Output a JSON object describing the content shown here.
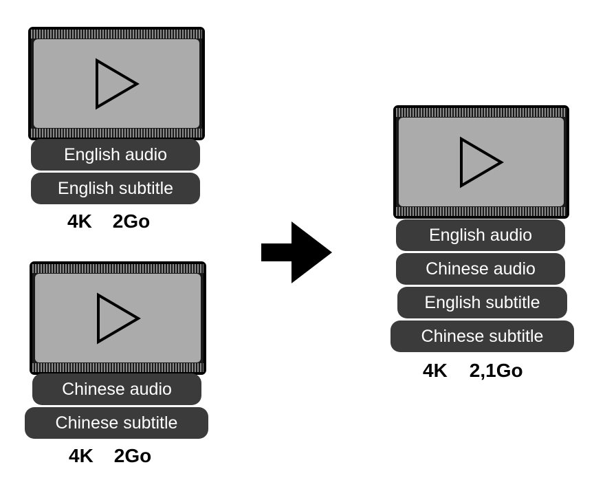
{
  "sources": [
    {
      "tracks": [
        "English audio",
        "English subtitle"
      ],
      "resolution": "4K",
      "size": "2Go"
    },
    {
      "tracks": [
        "Chinese audio",
        "Chinese subtitle"
      ],
      "resolution": "4K",
      "size": "2Go"
    }
  ],
  "result": {
    "tracks": [
      "English audio",
      "Chinese audio",
      "English subtitle",
      "Chinese subtitle"
    ],
    "resolution": "4K",
    "size": "2,1Go"
  },
  "icons": {
    "video": "video-file-icon",
    "play": "play-icon",
    "arrow": "arrow-right-icon"
  },
  "colors": {
    "pill_background": "#3b3b3b",
    "screen": "#ababab",
    "frame": "#000000"
  }
}
